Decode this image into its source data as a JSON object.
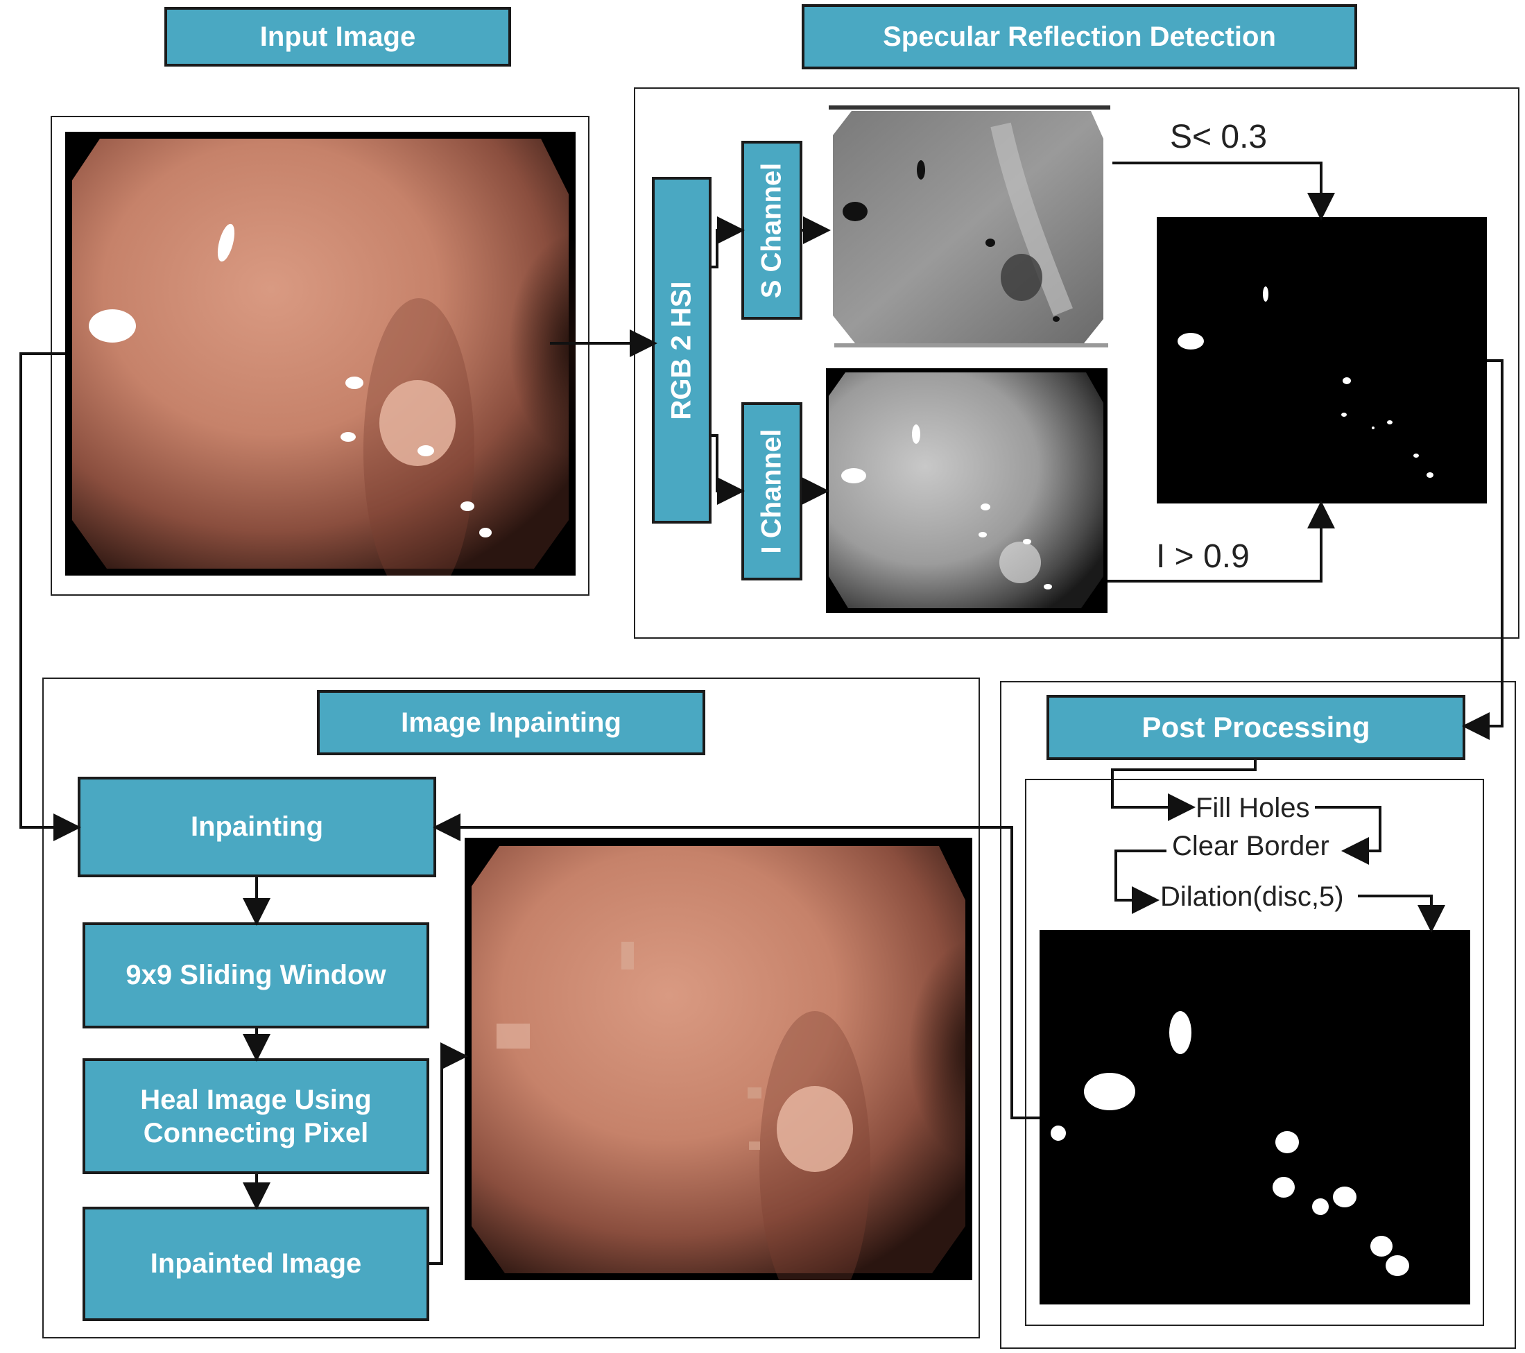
{
  "headers": {
    "input_image": "Input Image",
    "specular_detection": "Specular Reflection Detection",
    "image_inpainting": "Image Inpainting",
    "post_processing": "Post Processing"
  },
  "converter": {
    "rgb2hsi": "RGB 2 HSI",
    "s_channel": "S Channel",
    "i_channel": "I Channel"
  },
  "thresholds": {
    "s": "S< 0.3",
    "i": "I > 0.9"
  },
  "post_steps": [
    "Fill Holes",
    "Clear Border",
    "Dilation(disc,5)"
  ],
  "inpaint_steps": {
    "inpainting": "Inpainting",
    "sliding": "9x9 Sliding Window",
    "heal_line1": "Heal Image Using",
    "heal_line2": "Connecting Pixel",
    "result": "Inpainted Image"
  },
  "colors": {
    "box_fill": "#4aa8c2",
    "box_border": "#1b1b1b",
    "line": "#111111"
  }
}
